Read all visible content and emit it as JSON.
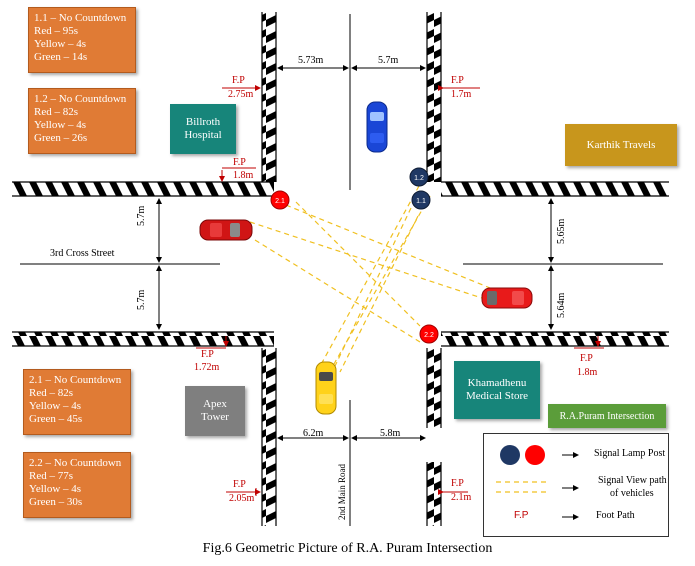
{
  "caption": "Fig.6 Geometric Picture of R.A. Puram Intersection",
  "streets": {
    "cross": "3rd Cross Street",
    "main": "2nd Main Road"
  },
  "signal_cards": [
    {
      "id": "1.1",
      "title": "1.1 – No Countdown",
      "red": "Red – 95s",
      "yellow": "Yellow – 4s",
      "green": "Green – 14s"
    },
    {
      "id": "1.2",
      "title": "1.2 – No Countdown",
      "red": "Red – 82s",
      "yellow": "Yellow – 4s",
      "green": "Green – 26s"
    },
    {
      "id": "2.1",
      "title": "2.1 – No Countdown",
      "red": "Red – 82s",
      "yellow": "Yellow – 4s",
      "green": "Green – 45s"
    },
    {
      "id": "2.2",
      "title": "2.2 – No Countdown",
      "red": "Red – 77s",
      "yellow": "Yellow – 4s",
      "green": "Green – 30s"
    }
  ],
  "buildings": {
    "billroth": "Billroth Hospital",
    "karthik": "Karthik Travels",
    "apex": "Apex Tower",
    "kamadhenu": "Khamadhenu Medical Store",
    "intersection": "R.A.Puram Intersection"
  },
  "signals": {
    "s11": "1.1",
    "s12": "1.2",
    "s21": "2.1",
    "s22": "2.2"
  },
  "dimensions": {
    "top_left": "5.73m",
    "top_right": "5.7m",
    "bottom_left": "6.2m",
    "bottom_right": "5.8m",
    "left_upper": "5.7m",
    "left_lower": "5.7m",
    "right_upper": "5.65m",
    "right_lower": "5.64m"
  },
  "footpaths": {
    "label": "F.P",
    "nw_top": "2.75m",
    "ne_top": "1.7m",
    "nw_side": "1.8m",
    "sw_side": "1.72m",
    "se_side": "1.8m",
    "sw_bottom": "2.05m",
    "se_bottom": "2.1m"
  },
  "legend": {
    "signal_post": "Signal Lamp Post",
    "view_path": "Signal View path of vehicles",
    "view_path_line1": "Signal View path",
    "view_path_line2": "of vehicles",
    "fp_symbol": "F.P",
    "foot_path": "Foot Path"
  },
  "colors": {
    "card_orange": "#e07b35",
    "building_teal": "#17857a",
    "building_gold": "#c8961c",
    "building_gray": "#7f7f7f",
    "building_green": "#5b9d3a",
    "signal_navy": "#1f3864",
    "signal_red": "#ff0000",
    "footpath_red": "#c00000",
    "view_path": "#f0c020"
  }
}
